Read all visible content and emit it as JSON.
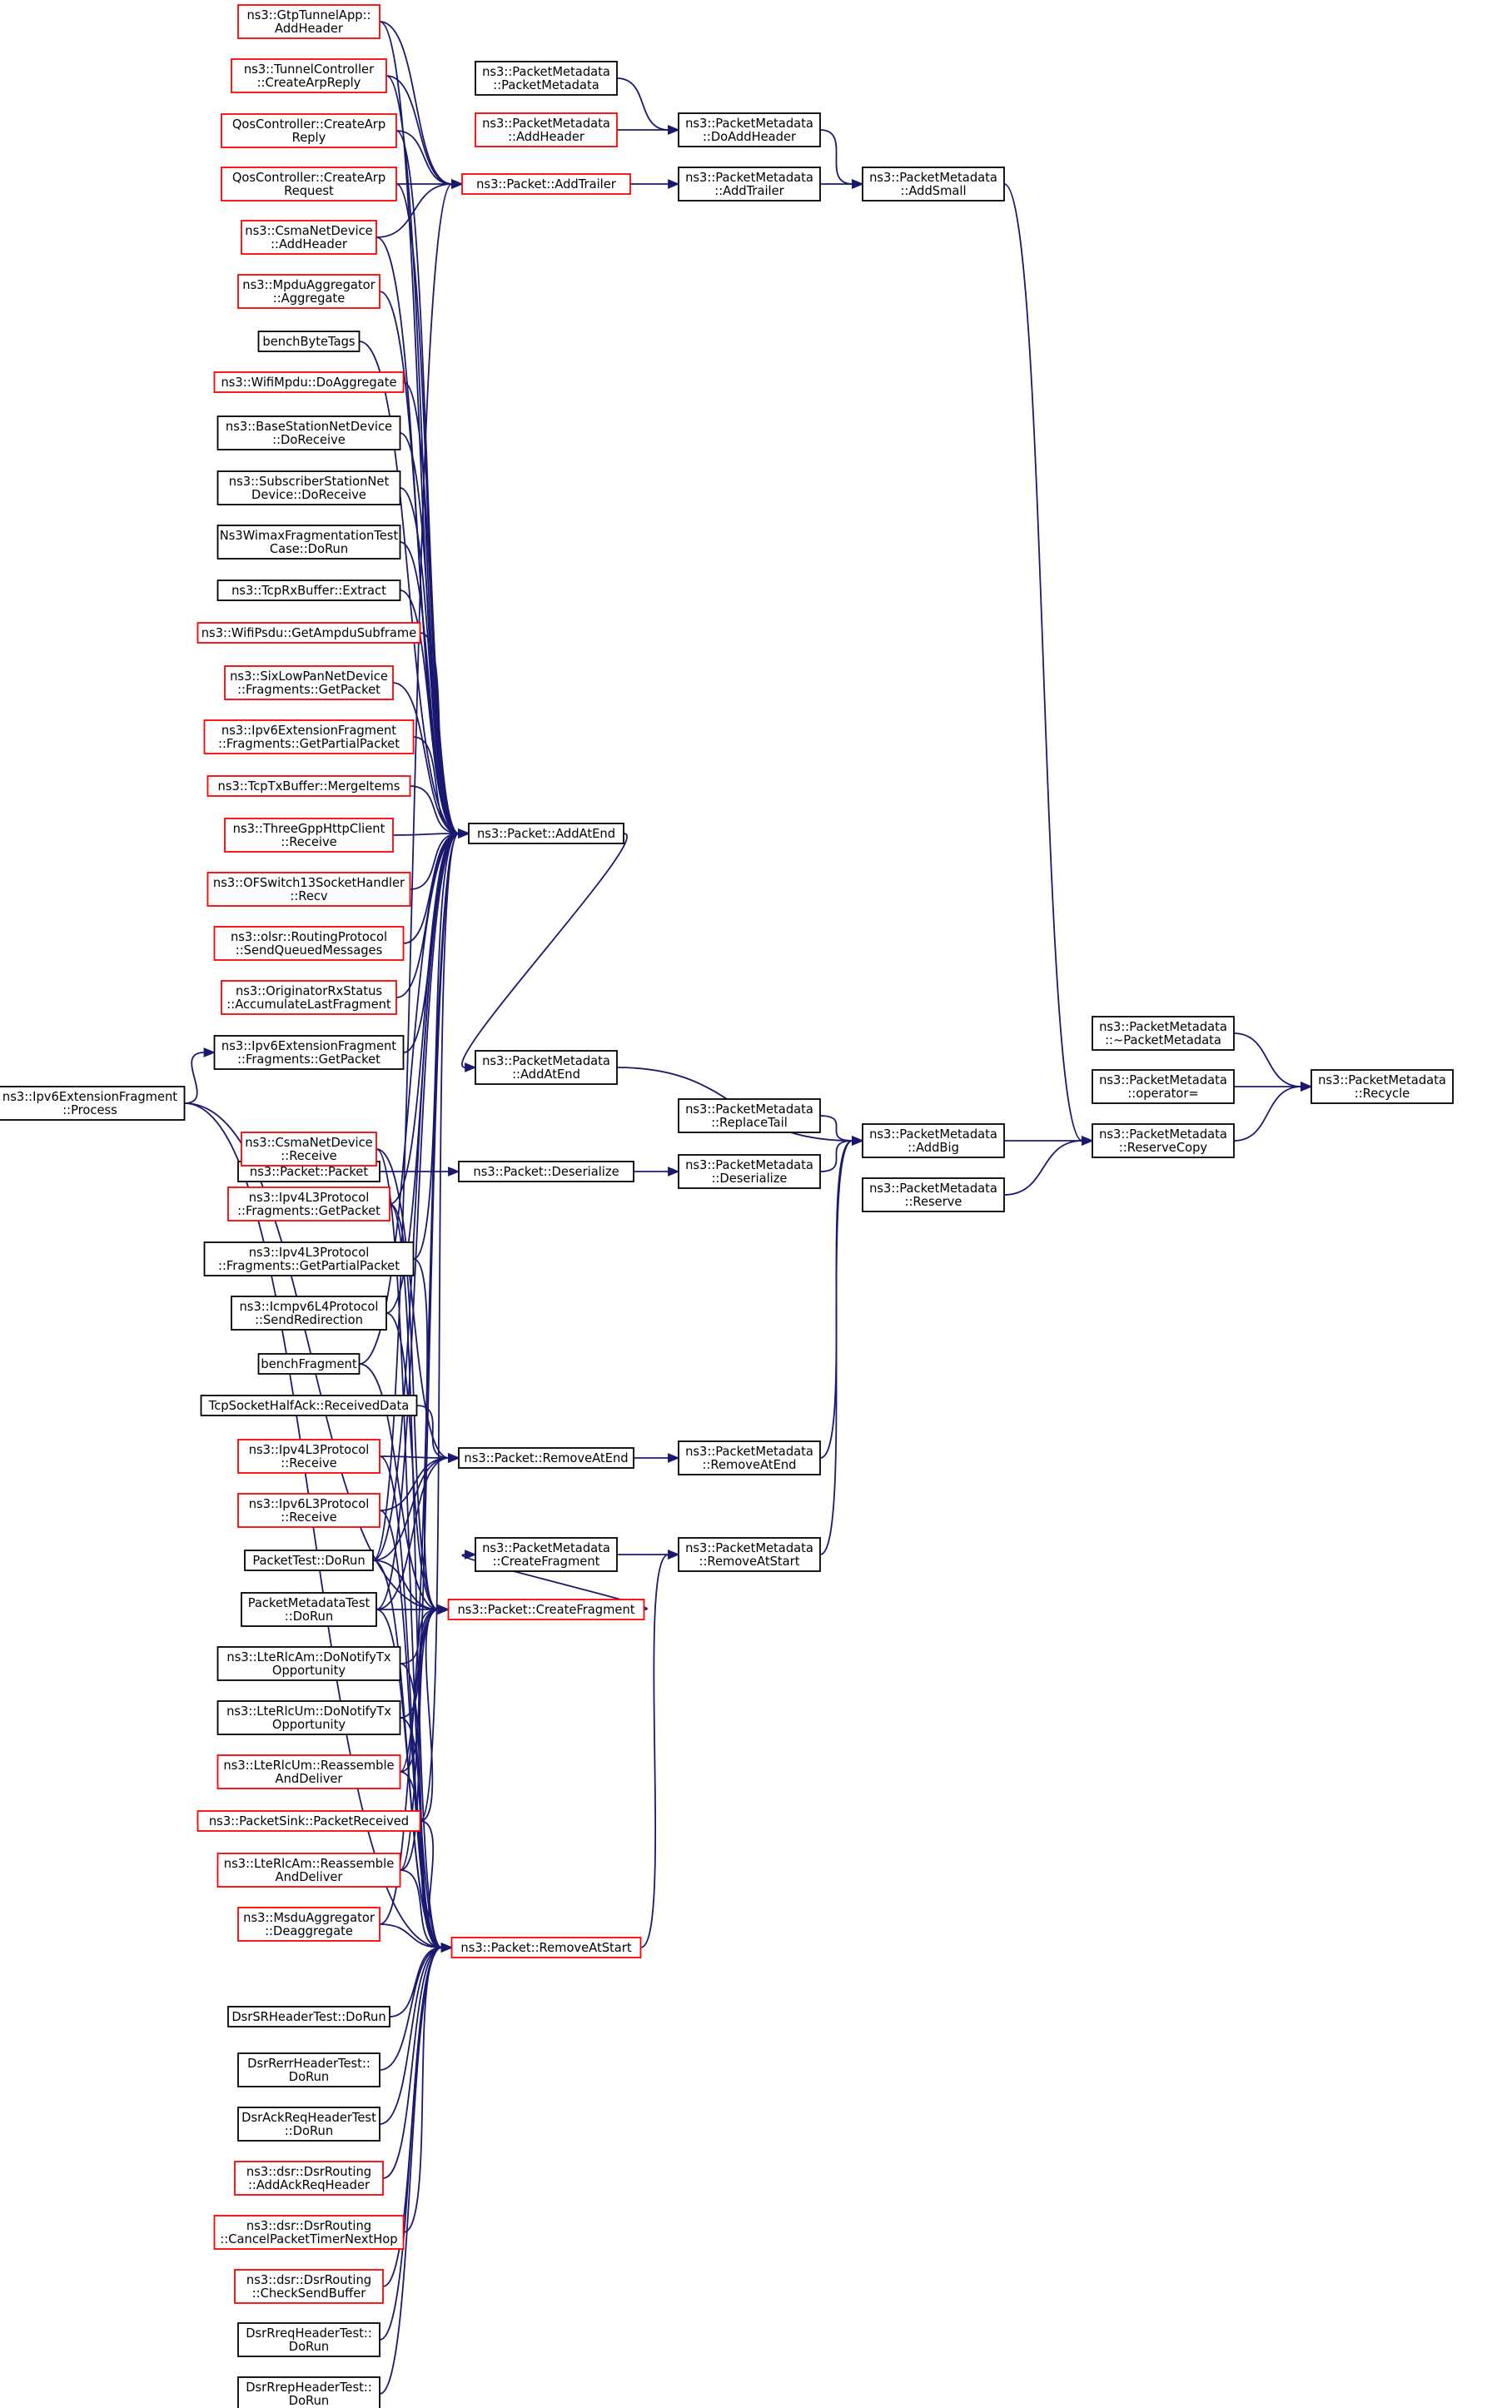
{
  "graph": {
    "kind": "caller graph",
    "colors": {
      "edge": "#191970",
      "node_border_default": "#000000",
      "node_border_truncated": "#ff0000",
      "root_fill": "#bfbfbf"
    },
    "nodes": [
      {
        "id": "n0",
        "lines": [
          "ns3::PacketMetadata",
          "::Recycle"
        ],
        "border": "black",
        "root": true
      },
      {
        "id": "n1",
        "lines": [
          "ns3::PacketMetadata",
          "::~PacketMetadata"
        ],
        "border": "black"
      },
      {
        "id": "n2",
        "lines": [
          "ns3::PacketMetadata",
          "::operator="
        ],
        "border": "black"
      },
      {
        "id": "n3",
        "lines": [
          "ns3::PacketMetadata",
          "::ReserveCopy"
        ],
        "border": "black"
      },
      {
        "id": "n4",
        "lines": [
          "ns3::PacketMetadata",
          "::AddBig"
        ],
        "border": "black"
      },
      {
        "id": "n5",
        "lines": [
          "ns3::PacketMetadata",
          "::Reserve"
        ],
        "border": "black"
      },
      {
        "id": "n6",
        "lines": [
          "ns3::PacketMetadata",
          "::AddSmall"
        ],
        "border": "black"
      },
      {
        "id": "n7",
        "lines": [
          "ns3::PacketMetadata",
          "::DoAddHeader"
        ],
        "border": "black"
      },
      {
        "id": "n8",
        "lines": [
          "ns3::PacketMetadata",
          "::AddTrailer"
        ],
        "border": "black"
      },
      {
        "id": "n9",
        "lines": [
          "ns3::PacketMetadata",
          "::PacketMetadata"
        ],
        "border": "black"
      },
      {
        "id": "n10",
        "lines": [
          "ns3::PacketMetadata",
          "::AddHeader"
        ],
        "border": "red"
      },
      {
        "id": "n11",
        "lines": [
          "ns3::Packet::AddTrailer"
        ],
        "border": "red"
      },
      {
        "id": "n12",
        "lines": [
          "ns3::PacketMetadata",
          "::AddAtEnd"
        ],
        "border": "black"
      },
      {
        "id": "n13",
        "lines": [
          "ns3::PacketMetadata",
          "::ReplaceTail"
        ],
        "border": "black"
      },
      {
        "id": "n14",
        "lines": [
          "ns3::PacketMetadata",
          "::Deserialize"
        ],
        "border": "black"
      },
      {
        "id": "n15",
        "lines": [
          "ns3::PacketMetadata",
          "::RemoveAtEnd"
        ],
        "border": "black"
      },
      {
        "id": "n16",
        "lines": [
          "ns3::PacketMetadata",
          "::RemoveAtStart"
        ],
        "border": "black"
      },
      {
        "id": "n17",
        "lines": [
          "ns3::Packet::AddAtEnd"
        ],
        "border": "black"
      },
      {
        "id": "n18",
        "lines": [
          "ns3::Packet::Deserialize"
        ],
        "border": "black"
      },
      {
        "id": "n19",
        "lines": [
          "ns3::Packet::Packet"
        ],
        "border": "black"
      },
      {
        "id": "n20",
        "lines": [
          "ns3::Packet::RemoveAtEnd"
        ],
        "border": "black"
      },
      {
        "id": "n21",
        "lines": [
          "ns3::PacketMetadata",
          "::CreateFragment"
        ],
        "border": "black"
      },
      {
        "id": "n22",
        "lines": [
          "ns3::Packet::CreateFragment"
        ],
        "border": "red"
      },
      {
        "id": "n23",
        "lines": [
          "ns3::Packet::RemoveAtStart"
        ],
        "border": "red"
      },
      {
        "id": "n24",
        "lines": [
          "ns3::GtpTunnelApp::",
          "AddHeader"
        ],
        "border": "red"
      },
      {
        "id": "n25",
        "lines": [
          "ns3::TunnelController",
          "::CreateArpReply"
        ],
        "border": "red"
      },
      {
        "id": "n26",
        "lines": [
          "QosController::CreateArp",
          "Reply"
        ],
        "border": "red"
      },
      {
        "id": "n27",
        "lines": [
          "QosController::CreateArp",
          "Request"
        ],
        "border": "red"
      },
      {
        "id": "n28",
        "lines": [
          "ns3::CsmaNetDevice",
          "::AddHeader"
        ],
        "border": "red"
      },
      {
        "id": "n29",
        "lines": [
          "ns3::MpduAggregator",
          "::Aggregate"
        ],
        "border": "red"
      },
      {
        "id": "n30",
        "lines": [
          "benchByteTags"
        ],
        "border": "black"
      },
      {
        "id": "n31",
        "lines": [
          "ns3::WifiMpdu::DoAggregate"
        ],
        "border": "red"
      },
      {
        "id": "n32",
        "lines": [
          "ns3::BaseStationNetDevice",
          "::DoReceive"
        ],
        "border": "black"
      },
      {
        "id": "n33",
        "lines": [
          "ns3::SubscriberStationNet",
          "Device::DoReceive"
        ],
        "border": "black"
      },
      {
        "id": "n34",
        "lines": [
          "Ns3WimaxFragmentationTest",
          "Case::DoRun"
        ],
        "border": "black"
      },
      {
        "id": "n35",
        "lines": [
          "ns3::TcpRxBuffer::Extract"
        ],
        "border": "black"
      },
      {
        "id": "n36",
        "lines": [
          "ns3::WifiPsdu::GetAmpduSubframe"
        ],
        "border": "red"
      },
      {
        "id": "n37",
        "lines": [
          "ns3::SixLowPanNetDevice",
          "::Fragments::GetPacket"
        ],
        "border": "red"
      },
      {
        "id": "n38",
        "lines": [
          "ns3::Ipv6ExtensionFragment",
          "::Fragments::GetPartialPacket"
        ],
        "border": "red"
      },
      {
        "id": "n39",
        "lines": [
          "ns3::TcpTxBuffer::MergeItems"
        ],
        "border": "red"
      },
      {
        "id": "n40",
        "lines": [
          "ns3::ThreeGppHttpClient",
          "::Receive"
        ],
        "border": "red"
      },
      {
        "id": "n41",
        "lines": [
          "ns3::OFSwitch13SocketHandler",
          "::Recv"
        ],
        "border": "red"
      },
      {
        "id": "n42",
        "lines": [
          "ns3::olsr::RoutingProtocol",
          "::SendQueuedMessages"
        ],
        "border": "red"
      },
      {
        "id": "n43",
        "lines": [
          "ns3::OriginatorRxStatus",
          "::AccumulateLastFragment"
        ],
        "border": "red"
      },
      {
        "id": "n44",
        "lines": [
          "ns3::Ipv6ExtensionFragment",
          "::Fragments::GetPacket"
        ],
        "border": "black"
      },
      {
        "id": "n45",
        "lines": [
          "ns3::Ipv6ExtensionFragment",
          "::Process"
        ],
        "border": "black"
      },
      {
        "id": "n46",
        "lines": [
          "ns3::CsmaNetDevice",
          "::Receive"
        ],
        "border": "red"
      },
      {
        "id": "n47",
        "lines": [
          "ns3::Ipv4L3Protocol",
          "::Fragments::GetPacket"
        ],
        "border": "red"
      },
      {
        "id": "n48",
        "lines": [
          "ns3::Ipv4L3Protocol",
          "::Fragments::GetPartialPacket"
        ],
        "border": "black"
      },
      {
        "id": "n49",
        "lines": [
          "ns3::Icmpv6L4Protocol",
          "::SendRedirection"
        ],
        "border": "black"
      },
      {
        "id": "n50",
        "lines": [
          "benchFragment"
        ],
        "border": "black"
      },
      {
        "id": "n51",
        "lines": [
          "TcpSocketHalfAck::ReceivedData"
        ],
        "border": "black"
      },
      {
        "id": "n52",
        "lines": [
          "ns3::Ipv4L3Protocol",
          "::Receive"
        ],
        "border": "red"
      },
      {
        "id": "n53",
        "lines": [
          "ns3::Ipv6L3Protocol",
          "::Receive"
        ],
        "border": "red"
      },
      {
        "id": "n54",
        "lines": [
          "PacketTest::DoRun"
        ],
        "border": "black"
      },
      {
        "id": "n55",
        "lines": [
          "PacketMetadataTest",
          "::DoRun"
        ],
        "border": "black"
      },
      {
        "id": "n56",
        "lines": [
          "ns3::LteRlcAm::DoNotifyTx",
          "Opportunity"
        ],
        "border": "black"
      },
      {
        "id": "n57",
        "lines": [
          "ns3::LteRlcUm::DoNotifyTx",
          "Opportunity"
        ],
        "border": "black"
      },
      {
        "id": "n58",
        "lines": [
          "ns3::LteRlcUm::Reassemble",
          "AndDeliver"
        ],
        "border": "red"
      },
      {
        "id": "n59",
        "lines": [
          "ns3::PacketSink::PacketReceived"
        ],
        "border": "red"
      },
      {
        "id": "n60",
        "lines": [
          "ns3::LteRlcAm::Reassemble",
          "AndDeliver"
        ],
        "border": "red"
      },
      {
        "id": "n61",
        "lines": [
          "ns3::MsduAggregator",
          "::Deaggregate"
        ],
        "border": "red"
      },
      {
        "id": "n62",
        "lines": [
          "DsrSRHeaderTest::DoRun"
        ],
        "border": "black"
      },
      {
        "id": "n63",
        "lines": [
          "DsrRerrHeaderTest::",
          "DoRun"
        ],
        "border": "black"
      },
      {
        "id": "n64",
        "lines": [
          "DsrAckReqHeaderTest",
          "::DoRun"
        ],
        "border": "black"
      },
      {
        "id": "n65",
        "lines": [
          "ns3::dsr::DsrRouting",
          "::AddAckReqHeader"
        ],
        "border": "red"
      },
      {
        "id": "n66",
        "lines": [
          "ns3::dsr::DsrRouting",
          "::CancelPacketTimerNextHop"
        ],
        "border": "red"
      },
      {
        "id": "n67",
        "lines": [
          "ns3::dsr::DsrRouting",
          "::CheckSendBuffer"
        ],
        "border": "red"
      },
      {
        "id": "n68",
        "lines": [
          "DsrRreqHeaderTest::",
          "DoRun"
        ],
        "border": "black"
      },
      {
        "id": "n69",
        "lines": [
          "DsrRrepHeaderTest::",
          "DoRun"
        ],
        "border": "black"
      }
    ],
    "edges": [
      [
        "n1",
        "n0"
      ],
      [
        "n2",
        "n0"
      ],
      [
        "n3",
        "n0"
      ],
      [
        "n4",
        "n3"
      ],
      [
        "n5",
        "n3"
      ],
      [
        "n6",
        "n3"
      ],
      [
        "n7",
        "n6"
      ],
      [
        "n8",
        "n6"
      ],
      [
        "n9",
        "n7"
      ],
      [
        "n10",
        "n7"
      ],
      [
        "n11",
        "n8"
      ],
      [
        "n12",
        "n4"
      ],
      [
        "n13",
        "n4"
      ],
      [
        "n14",
        "n4"
      ],
      [
        "n15",
        "n4"
      ],
      [
        "n16",
        "n4"
      ],
      [
        "n17",
        "n12"
      ],
      [
        "n18",
        "n14"
      ],
      [
        "n19",
        "n18"
      ],
      [
        "n20",
        "n15"
      ],
      [
        "n21",
        "n16"
      ],
      [
        "n22",
        "n21"
      ],
      [
        "n23",
        "n16"
      ],
      [
        "n24",
        "n11"
      ],
      [
        "n25",
        "n11"
      ],
      [
        "n26",
        "n11"
      ],
      [
        "n27",
        "n11"
      ],
      [
        "n28",
        "n11"
      ],
      [
        "n54",
        "n11"
      ],
      [
        "n24",
        "n17"
      ],
      [
        "n25",
        "n17"
      ],
      [
        "n26",
        "n17"
      ],
      [
        "n27",
        "n17"
      ],
      [
        "n28",
        "n17"
      ],
      [
        "n29",
        "n17"
      ],
      [
        "n30",
        "n17"
      ],
      [
        "n31",
        "n17"
      ],
      [
        "n32",
        "n17"
      ],
      [
        "n33",
        "n17"
      ],
      [
        "n34",
        "n17"
      ],
      [
        "n35",
        "n17"
      ],
      [
        "n36",
        "n17"
      ],
      [
        "n37",
        "n17"
      ],
      [
        "n38",
        "n17"
      ],
      [
        "n39",
        "n17"
      ],
      [
        "n40",
        "n17"
      ],
      [
        "n41",
        "n17"
      ],
      [
        "n42",
        "n17"
      ],
      [
        "n43",
        "n17"
      ],
      [
        "n44",
        "n17"
      ],
      [
        "n47",
        "n17"
      ],
      [
        "n48",
        "n17"
      ],
      [
        "n49",
        "n17"
      ],
      [
        "n50",
        "n17"
      ],
      [
        "n54",
        "n17"
      ],
      [
        "n55",
        "n17"
      ],
      [
        "n58",
        "n17"
      ],
      [
        "n59",
        "n17"
      ],
      [
        "n60",
        "n17"
      ],
      [
        "n45",
        "n44"
      ],
      [
        "n46",
        "n20"
      ],
      [
        "n51",
        "n20"
      ],
      [
        "n52",
        "n20"
      ],
      [
        "n53",
        "n20"
      ],
      [
        "n54",
        "n20"
      ],
      [
        "n55",
        "n20"
      ],
      [
        "n45",
        "n22"
      ],
      [
        "n47",
        "n22"
      ],
      [
        "n48",
        "n22"
      ],
      [
        "n49",
        "n22"
      ],
      [
        "n50",
        "n22"
      ],
      [
        "n54",
        "n22"
      ],
      [
        "n55",
        "n22"
      ],
      [
        "n56",
        "n22"
      ],
      [
        "n57",
        "n22"
      ],
      [
        "n58",
        "n22"
      ],
      [
        "n59",
        "n22"
      ],
      [
        "n60",
        "n22"
      ],
      [
        "n61",
        "n22"
      ],
      [
        "n45",
        "n23"
      ],
      [
        "n46",
        "n23"
      ],
      [
        "n47",
        "n23"
      ],
      [
        "n52",
        "n23"
      ],
      [
        "n53",
        "n23"
      ],
      [
        "n54",
        "n23"
      ],
      [
        "n55",
        "n23"
      ],
      [
        "n56",
        "n23"
      ],
      [
        "n57",
        "n23"
      ],
      [
        "n58",
        "n23"
      ],
      [
        "n59",
        "n23"
      ],
      [
        "n60",
        "n23"
      ],
      [
        "n61",
        "n23"
      ],
      [
        "n62",
        "n23"
      ],
      [
        "n63",
        "n23"
      ],
      [
        "n64",
        "n23"
      ],
      [
        "n65",
        "n23"
      ],
      [
        "n66",
        "n23"
      ],
      [
        "n67",
        "n23"
      ],
      [
        "n68",
        "n23"
      ],
      [
        "n69",
        "n23"
      ]
    ]
  }
}
